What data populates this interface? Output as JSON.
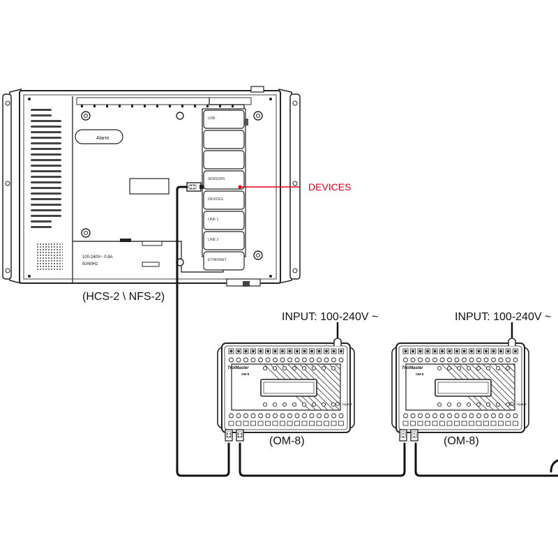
{
  "controller": {
    "caption": "(HCS-2 \\ NFS-2)",
    "alarm_label": "Alarm",
    "power_rating_line1": "100-240V~  0.8A",
    "power_rating_line2": "50/60Hz",
    "ports": [
      "USB",
      "",
      "",
      "SENSORS",
      "DEVICES",
      "LINE 1",
      "LINE 2",
      "ETHERNET"
    ],
    "callout_label": "DEVICES",
    "callout_color": "#e3001b"
  },
  "modules": [
    {
      "caption": "(OM-8)",
      "input_label": "INPUT: 100-240V ~",
      "brand": "TrolMaster",
      "model": "OM-8",
      "footer_brand": "Aqua-X"
    },
    {
      "caption": "(OM-8)",
      "input_label": "INPUT: 100-240V ~",
      "brand": "TrolMaster",
      "model": "OM-8",
      "footer_brand": "Aqua-X"
    }
  ]
}
